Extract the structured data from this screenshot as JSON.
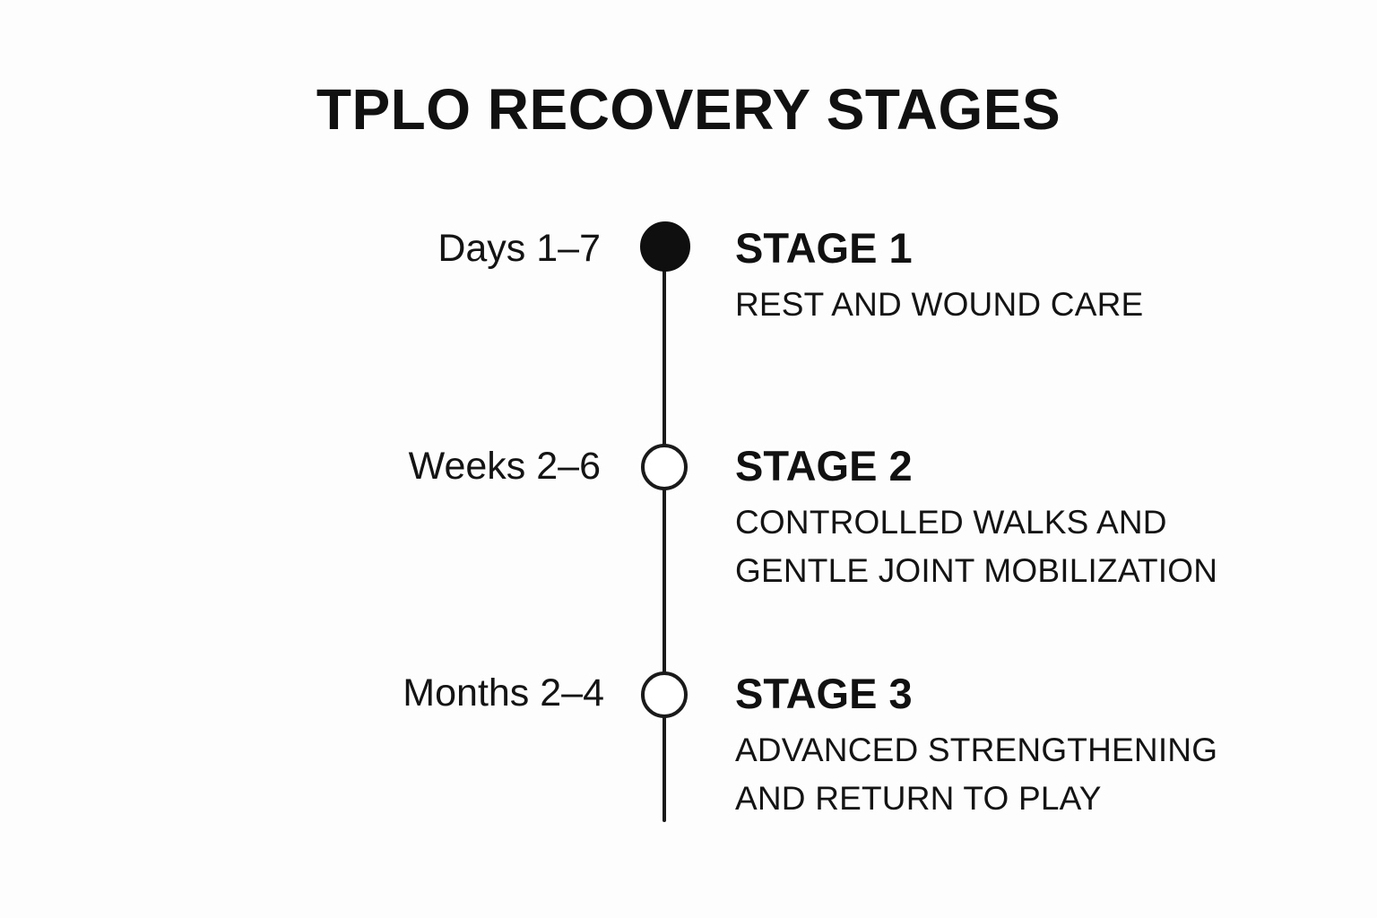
{
  "title": "TPLO RECOVERY STAGES",
  "stages": [
    {
      "period": "Days 1–7",
      "heading": "STAGE 1",
      "description_lines": [
        "REST AND WOUND CARE"
      ],
      "marker": "filled"
    },
    {
      "period": "Weeks 2–6",
      "heading": "STAGE 2",
      "description_lines": [
        "CONTROLLED WALKS AND",
        "GENTLE JOINT MOBILIZATION"
      ],
      "marker": "open"
    },
    {
      "period": "Months 2–4",
      "heading": "STAGE 3",
      "description_lines": [
        "ADVANCED STRENGTHENING",
        "AND RETURN TO PLAY"
      ],
      "marker": "open"
    }
  ],
  "colors": {
    "ink": "#111111",
    "line": "#1a1a1a",
    "background": "#fdfdfd",
    "open_marker_fill": "#ffffff"
  }
}
